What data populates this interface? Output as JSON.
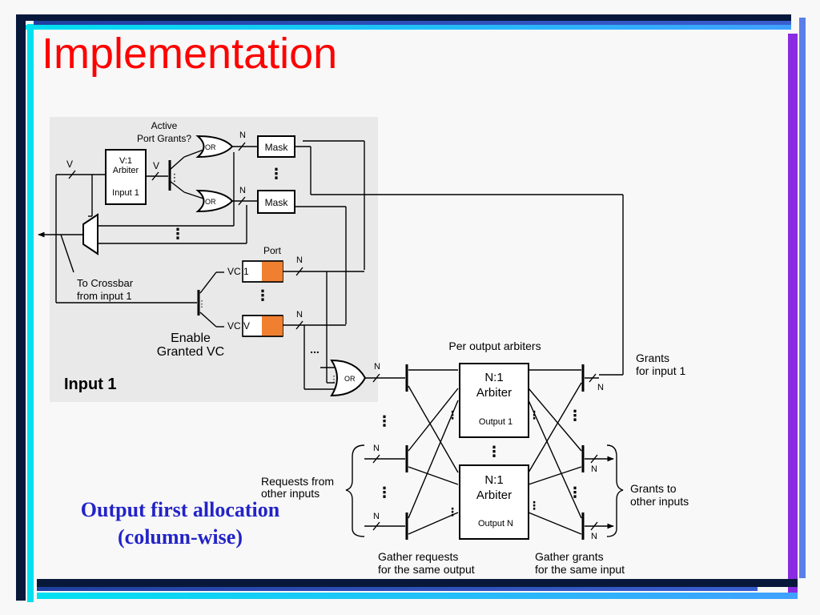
{
  "slide": {
    "title": "Implementation",
    "caption_line1": "Output first allocation",
    "caption_line2": "(column-wise)"
  },
  "colors": {
    "title": "#ff0000",
    "caption": "#2323c8",
    "vc_buffer": "#f08030",
    "input_panel": "#e9e9e9",
    "frame_dark": "#08183a",
    "frame_blue": "#3a5fd0",
    "frame_cyan": "#00e0f0",
    "frame_purple": "#8a2be2"
  },
  "diagram": {
    "active_port_grants": [
      "Active",
      "Port Grants?"
    ],
    "or_label": "OR",
    "mask_label": "Mask",
    "v1_arbiter": [
      "V:1",
      "Arbiter"
    ],
    "v1_arbiter_input": "Input 1",
    "v": "V",
    "n": "N",
    "crossbar": [
      "To Crossbar",
      "from input 1"
    ],
    "port": "Port",
    "vc1": "VC 1",
    "vcv": "VC V",
    "enable": [
      "Enable",
      "Granted VC"
    ],
    "input1": "Input 1",
    "per_output": "Per output arbiters",
    "n1_arbiter": [
      "N:1",
      "Arbiter"
    ],
    "output1": "Output 1",
    "outputn": "Output N",
    "grants_input1": [
      "Grants",
      "for input 1"
    ],
    "requests_other": [
      "Requests from",
      "other inputs"
    ],
    "grants_other": [
      "Grants to",
      "other inputs"
    ],
    "gather_requests": [
      "Gather requests",
      "for the same output"
    ],
    "gather_grants": [
      "Gather grants",
      "for the same input"
    ],
    "ellipsis": "...",
    "dots": "⋮"
  }
}
